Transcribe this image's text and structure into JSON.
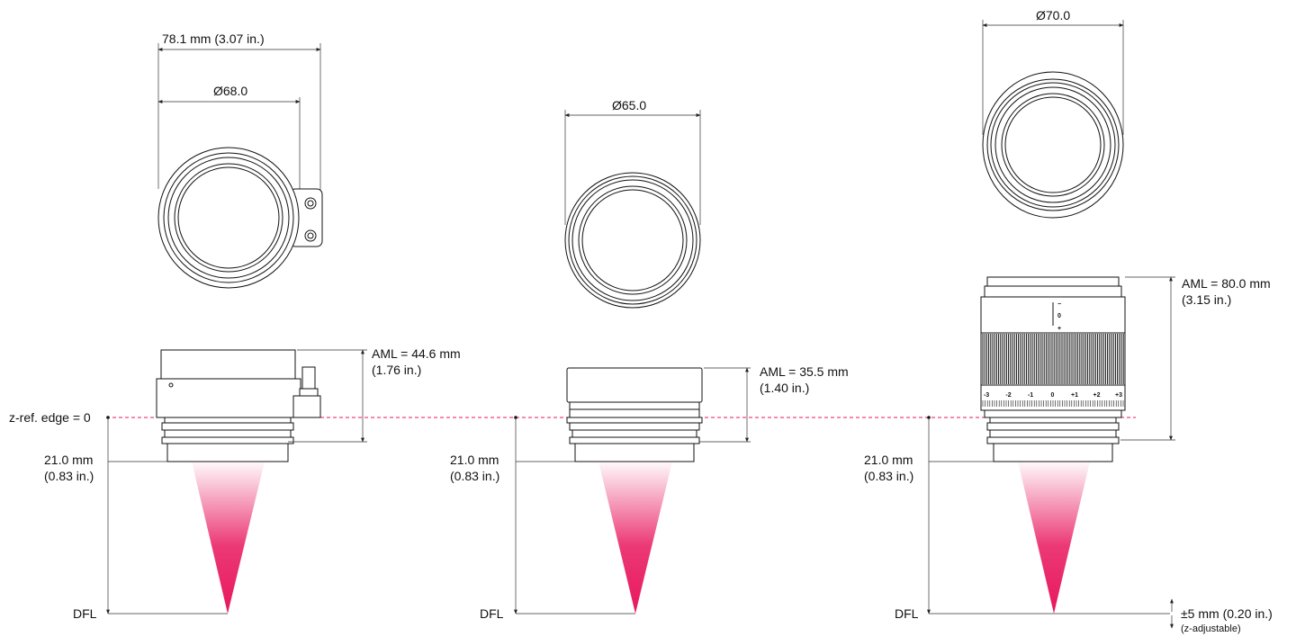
{
  "colors": {
    "beam": "#e8175d",
    "ref_line": "#e8175d",
    "line": "#222222"
  },
  "lenses": [
    {
      "top_view": {
        "outer_dim": "78.1 mm (3.07 in.)",
        "diameter": "Ø68.0"
      },
      "aml": {
        "value": "AML = 44.6 mm",
        "inches": "(1.76 in.)"
      },
      "wd": {
        "value": "21.0 mm",
        "inches": "(0.83 in.)"
      },
      "dfl": "DFL"
    },
    {
      "top_view": {
        "diameter": "Ø65.0"
      },
      "aml": {
        "value": "AML = 35.5 mm",
        "inches": "(1.40 in.)"
      },
      "wd": {
        "value": "21.0 mm",
        "inches": "(0.83 in.)"
      },
      "dfl": "DFL"
    },
    {
      "top_view": {
        "diameter": "Ø70.0"
      },
      "aml": {
        "value": "AML = 80.0 mm",
        "inches": "(3.15 in.)"
      },
      "wd": {
        "value": "21.0 mm",
        "inches": "(0.83 in.)"
      },
      "dfl": "DFL",
      "focus_markings": {
        "minus": "−",
        "zero": "0",
        "plus": "+"
      },
      "dial_scale": [
        "-3",
        "-2",
        "-1",
        "0",
        "+1",
        "+2",
        "+3"
      ],
      "adjust": {
        "value": "±5 mm (0.20 in.)",
        "note": "(z-adjustable)"
      }
    }
  ],
  "reference": {
    "label": "z-ref. edge = 0"
  }
}
